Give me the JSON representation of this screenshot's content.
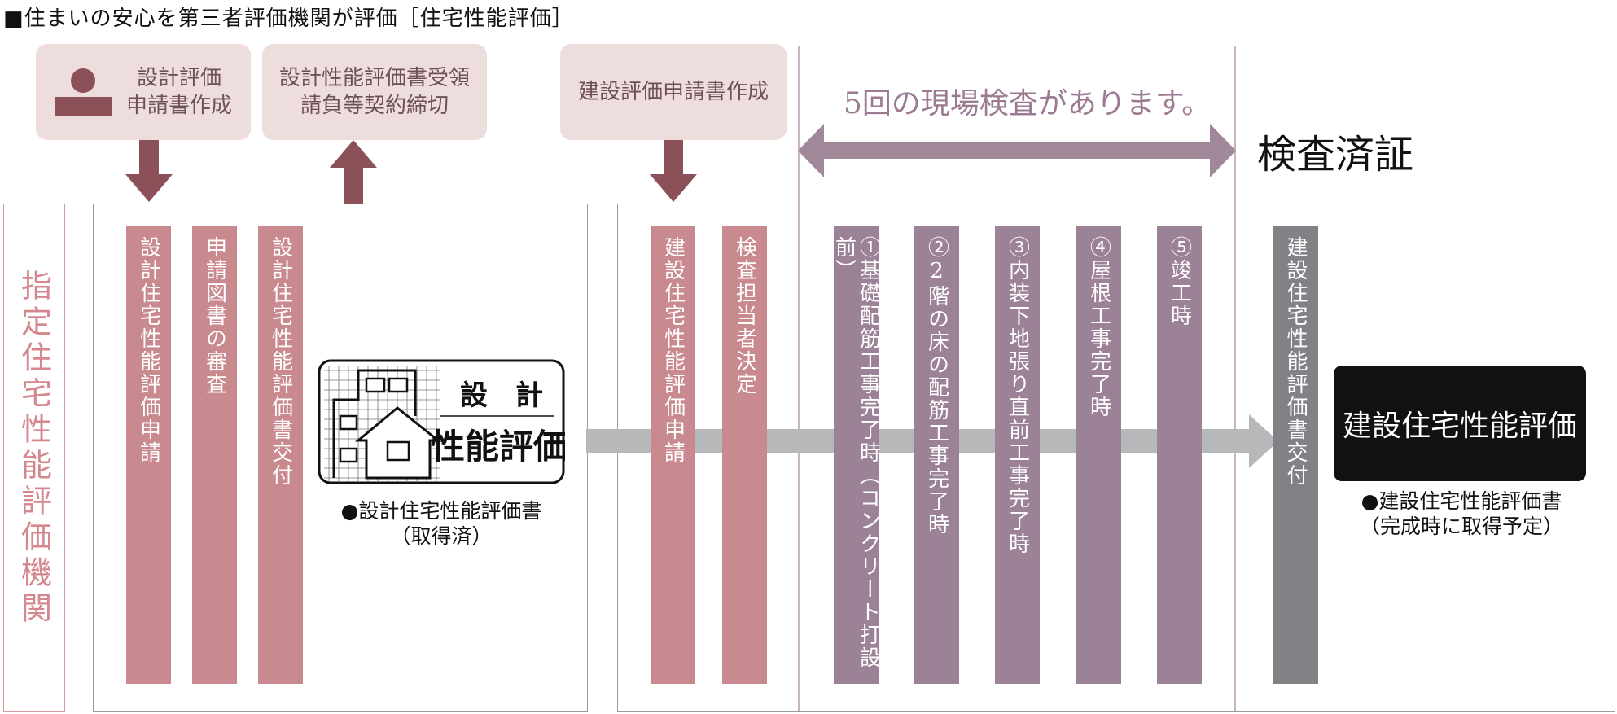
{
  "title": "■住まいの安心を第三者評価機関が評価［住宅性能評価］",
  "top_boxes": {
    "design_application_line1": "設計評価",
    "design_application_line2": "申請書作成",
    "design_receipt_line1": "設計性能評価書受領",
    "design_receipt_line2": "請負等契約締切",
    "construction_application": "建設評価申請書作成"
  },
  "inspection_note": "5回の現場検査があります。",
  "inspection_certificate": "検査済証",
  "side_label": "指定住宅性能評価機関",
  "design_bars": [
    "設計住宅性能評価申請",
    "申請図書の審査",
    "設計住宅性能評価書交付"
  ],
  "construction_bars": [
    "建設住宅性能評価申請",
    "検査担当者決定"
  ],
  "inspection_bars": [
    "①基礎配筋工事完了時（コンクリート打設前）",
    "②2階の床の配筋工事完了時",
    "③内装下地張り直前工事完了時",
    "④屋根工事完了時",
    "⑤竣工時"
  ],
  "final_bar": "建設住宅性能評価書交付",
  "design_logo": {
    "top": "設　計",
    "bottom": "性能評価"
  },
  "design_caption": {
    "line1": "●設計住宅性能評価書",
    "line2": "（取得済）"
  },
  "final_box": "建設住宅性能評価",
  "final_caption": {
    "line1": "●建設住宅性能評価書",
    "line2": "（完成時に取得予定）"
  },
  "colors": {
    "box_bg": "#eedddd",
    "arrow": "#8b5058",
    "pink_bar": "#c8898f",
    "purple_bar": "#9c8296",
    "gray_bar": "#808286",
    "flow_arrow": "#b7b8ba",
    "inspection_arrow": "#a08898"
  }
}
